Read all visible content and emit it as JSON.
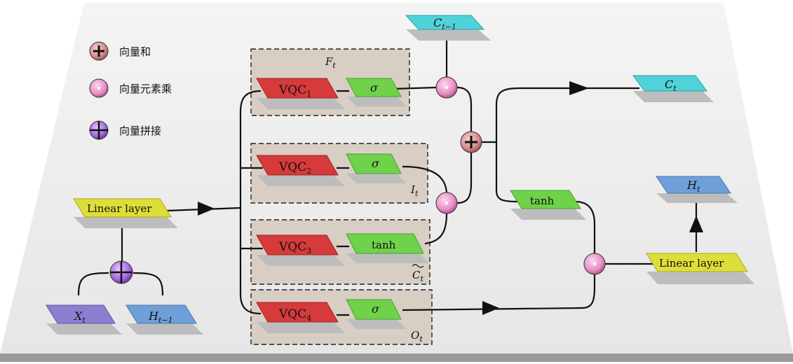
{
  "legend": {
    "add": "向量和",
    "mul": "向量元素乘",
    "concat": "向量拼接"
  },
  "inputs": {
    "x": "X",
    "x_sub": "t",
    "h": "H",
    "h_sub": "t−1"
  },
  "linear_in": "Linear layer",
  "linear_out": "Linear layer",
  "gates": [
    {
      "vqc": "VQC",
      "vqc_sub": "1",
      "act": "σ",
      "gate": "F",
      "gate_sub": "t"
    },
    {
      "vqc": "VQC",
      "vqc_sub": "2",
      "act": "σ",
      "gate": "I",
      "gate_sub": "t"
    },
    {
      "vqc": "VQC",
      "vqc_sub": "3",
      "act": "tanh",
      "gate": "C",
      "gate_sub": "t"
    },
    {
      "vqc": "VQC",
      "vqc_sub": "4",
      "act": "σ",
      "gate": "O",
      "gate_sub": "t"
    }
  ],
  "cell_prev": "C",
  "cell_prev_sub": "t−1",
  "cell_out": "C",
  "cell_out_sub": "t",
  "tanh_out": "tanh",
  "hidden_out": "H",
  "hidden_out_sub": "t",
  "colors": {
    "vqc": "#d63a3a",
    "act": "#6fd24a",
    "linear": "#dede3a",
    "cell": "#4fd3d8",
    "hidden": "#6f9fd8",
    "x": "#8c7fd0",
    "gatebox": "#d6ccc2",
    "plane": "#eeeeee"
  }
}
